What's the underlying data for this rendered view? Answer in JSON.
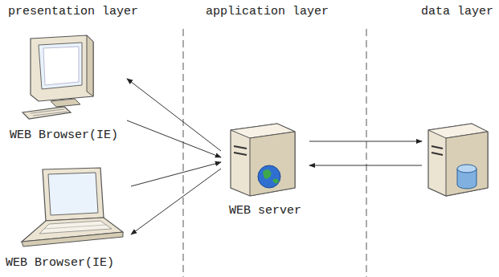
{
  "diagram": {
    "nodes": [
      {
        "text": [
          "WEB Browser(IE)"
        ]
      },
      {
        "text": [
          "WEB Browser(IE)"
        ]
      },
      {
        "text": [
          "WEB server"
        ]
      },
      {
        "text": []
      }
    ],
    "edges": [
      {
        "from": 0,
        "to": 2,
        "arrow": "to"
      },
      {
        "from": 2,
        "to": 0,
        "arrow": "to"
      },
      {
        "from": 1,
        "to": 2,
        "arrow": "to"
      },
      {
        "from": 2,
        "to": 1,
        "arrow": "to"
      },
      {
        "from": 2,
        "to": 3,
        "arrow": "to"
      },
      {
        "from": 3,
        "to": 2,
        "arrow": "to"
      }
    ],
    "labels": [
      "presentation layer",
      "application layer",
      "data layer"
    ]
  }
}
